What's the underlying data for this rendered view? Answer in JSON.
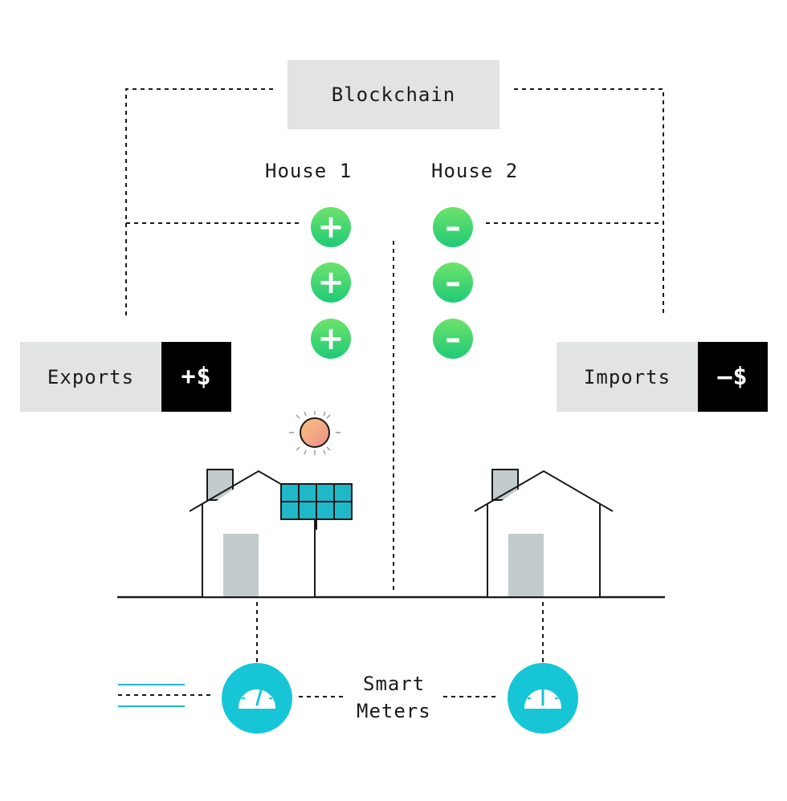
{
  "blockchain": {
    "label": "Blockchain"
  },
  "houses": [
    {
      "label": "House 1",
      "signs": [
        "+",
        "+",
        "+"
      ]
    },
    {
      "label": "House 2",
      "signs": [
        "–",
        "–",
        "–"
      ]
    }
  ],
  "exports": {
    "label": "Exports",
    "amount": "+$"
  },
  "imports": {
    "label": "Imports",
    "amount": "–$"
  },
  "meters": {
    "label_line1": "Smart",
    "label_line2": "Meters"
  },
  "colors": {
    "accent_green": "#2ed573",
    "meter_cyan": "#16c6d6",
    "solar_panel": "#1fb8c9",
    "sun": "#f4a77a",
    "door": "#c2cbcd",
    "chimney": "#c2cbcd"
  }
}
